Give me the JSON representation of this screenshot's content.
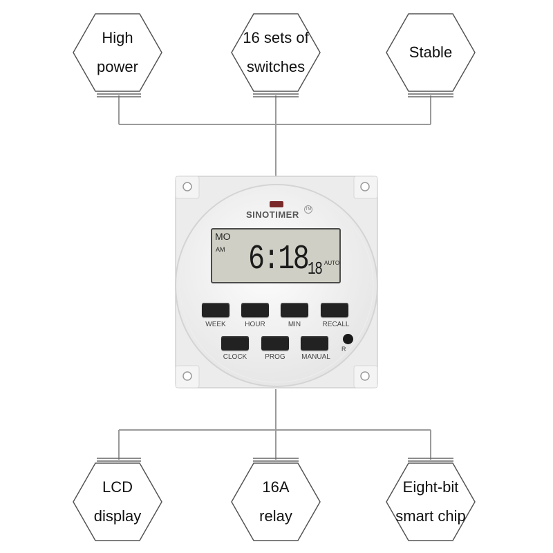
{
  "features_top": [
    {
      "lines": [
        "High",
        "power"
      ]
    },
    {
      "lines": [
        "16 sets of",
        "switches"
      ]
    },
    {
      "lines": [
        "Stable"
      ]
    }
  ],
  "features_bottom": [
    {
      "lines": [
        "LCD",
        "display"
      ]
    },
    {
      "lines": [
        "16A",
        "relay"
      ]
    },
    {
      "lines": [
        "Eight-bit",
        "smart chip"
      ]
    }
  ],
  "device": {
    "brand": "SINOTIMER",
    "trademark": "TM",
    "display": {
      "day": "MO",
      "period": "AM",
      "time": "6:18",
      "seconds": "18",
      "mode": "AUTO"
    },
    "buttons_row1": [
      "WEEK",
      "HOUR",
      "MIN",
      "RECALL"
    ],
    "buttons_row2": [
      "CLOCK",
      "PROG",
      "MANUAL"
    ],
    "reset_label": "R"
  },
  "colors": {
    "line": "#9a9a9a",
    "hex_stroke": "#555555",
    "lcd": "#cfcfc5",
    "button": "#222222",
    "device_body": "#f2f2f2"
  }
}
